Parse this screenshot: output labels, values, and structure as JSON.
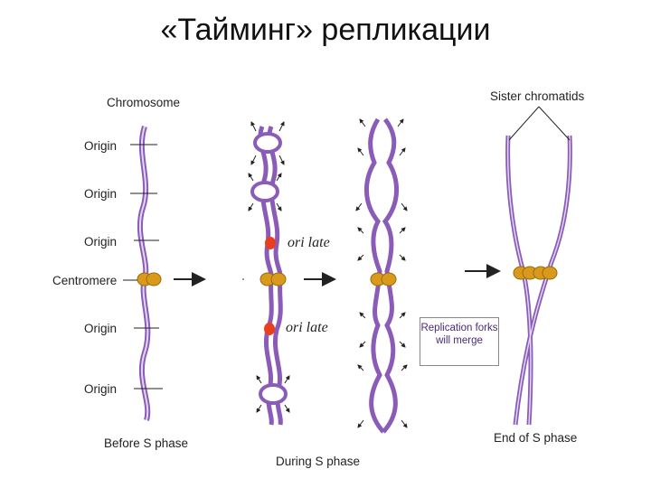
{
  "title": "«Тайминг» репликации",
  "labels": {
    "chromosome": "Chromosome",
    "origin": "Origin",
    "centromere": "Centromere",
    "sister_chromatids": "Sister chromatids",
    "ori_late": "ori late",
    "replication_note": "Replication forks will merge",
    "before": "Before S phase",
    "during": "During S phase",
    "end": "End of S phase"
  },
  "colors": {
    "strand": "#8a5cb8",
    "strand_light": "#d9c8ef",
    "centromere": "#d99a1c",
    "late_origin": "#e8401f",
    "arrow": "#222222"
  }
}
